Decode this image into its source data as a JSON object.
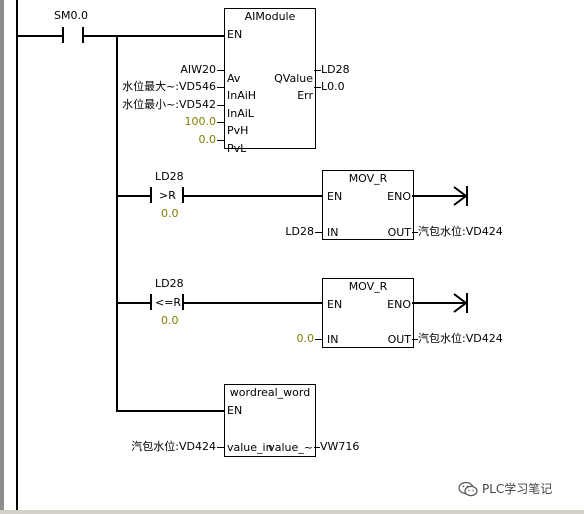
{
  "network": {
    "rung0": {
      "contact_label": "SM0.0"
    },
    "aimodule": {
      "title": "AIModule",
      "en": "EN",
      "pins_in": [
        "Av",
        "InAiH",
        "InAiL",
        "PvH",
        "PvL"
      ],
      "pins_out": [
        "QValue",
        "Err"
      ],
      "inputs": [
        "AIW20",
        "水位最大~:VD546",
        "水位最小~:VD542",
        "100.0",
        "0.0"
      ],
      "outputs": [
        "LD28",
        "L0.0"
      ]
    },
    "compare1": {
      "operand_top": "LD28",
      "operator": ">R",
      "operand_bottom": "0.0"
    },
    "mov1": {
      "title": "MOV_R",
      "en": "EN",
      "eno": "ENO",
      "in_pin": "IN",
      "out_pin": "OUT",
      "in_value": "LD28",
      "out_value": "汽包水位:VD424"
    },
    "compare2": {
      "operand_top": "LD28",
      "operator": "<=R",
      "operand_bottom": "0.0"
    },
    "mov2": {
      "title": "MOV_R",
      "en": "EN",
      "eno": "ENO",
      "in_pin": "IN",
      "out_pin": "OUT",
      "in_value": "0.0",
      "out_value": "汽包水位:VD424"
    },
    "wordreal": {
      "title": "wordreal_word",
      "en": "EN",
      "in_pin": "value_in",
      "out_pin": "value_~",
      "in_value": "汽包水位:VD424",
      "out_value": "VW716"
    }
  },
  "watermark": {
    "text": "PLC学习笔记",
    "icon": "wechat-icon"
  },
  "colors": {
    "constant": "#807f00",
    "rail": "#8d8d8d"
  }
}
